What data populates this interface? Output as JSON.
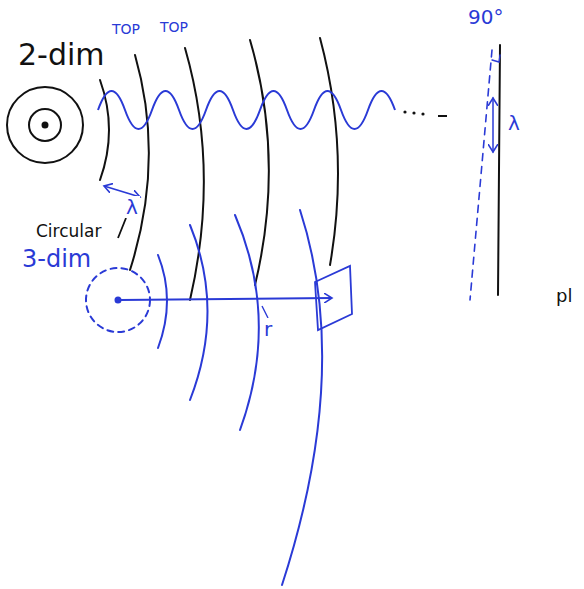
{
  "diagram": {
    "labels": [
      "2-dim",
      "TOP",
      "TOP",
      "Circular",
      "λ",
      "90°",
      "λ",
      "pl",
      "3-dim",
      "r"
    ]
  }
}
